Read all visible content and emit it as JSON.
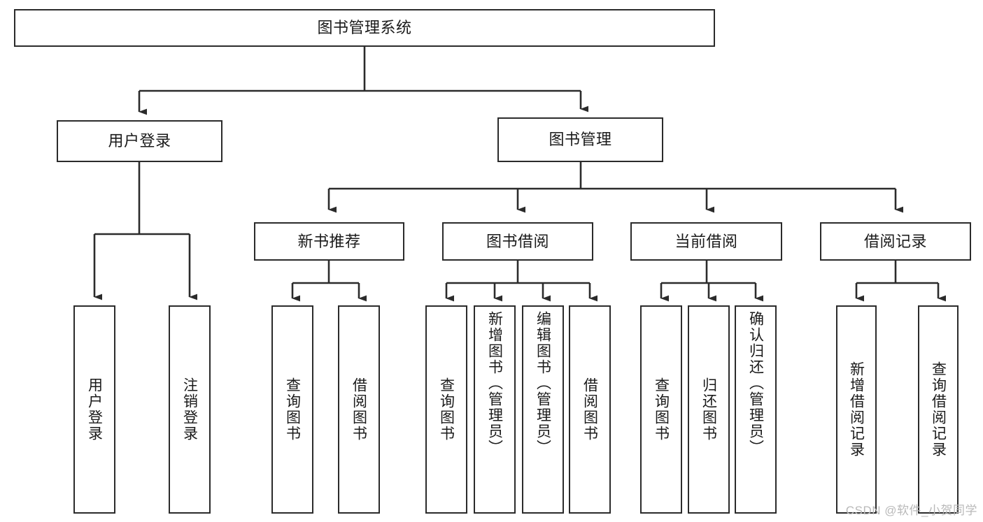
{
  "diagram": {
    "title": "图书管理系统",
    "type": "tree",
    "style": {
      "box_border_color": "#2b2b2b",
      "box_fill_color": "#ffffff",
      "connector_color": "#2b2b2b",
      "text_color": "#1a1a1a",
      "background_color": "#ffffff"
    },
    "root": {
      "label": "图书管理系统",
      "orientation": "horizontal"
    },
    "level2": [
      {
        "label": "用户登录",
        "orientation": "horizontal"
      },
      {
        "label": "图书管理",
        "orientation": "horizontal"
      }
    ],
    "level3": [
      {
        "label": "新书推荐",
        "orientation": "horizontal",
        "parent": "图书管理"
      },
      {
        "label": "图书借阅",
        "orientation": "horizontal",
        "parent": "图书管理"
      },
      {
        "label": "当前借阅",
        "orientation": "horizontal",
        "parent": "图书管理"
      },
      {
        "label": "借阅记录",
        "orientation": "horizontal",
        "parent": "图书管理"
      }
    ],
    "leaves": {
      "user_login": [
        {
          "label": "用户登录",
          "orientation": "vertical"
        },
        {
          "label": "注销登录",
          "orientation": "vertical"
        }
      ],
      "new_book_recommend": [
        {
          "label": "查询图书",
          "orientation": "vertical"
        },
        {
          "label": "借阅图书",
          "orientation": "vertical"
        }
      ],
      "book_borrow": [
        {
          "label": "查询图书",
          "orientation": "vertical"
        },
        {
          "label": "新增图书（管理员）",
          "orientation": "vertical"
        },
        {
          "label": "编辑图书（管理员）",
          "orientation": "vertical"
        },
        {
          "label": "借阅图书",
          "orientation": "vertical"
        }
      ],
      "current_borrow": [
        {
          "label": "查询图书",
          "orientation": "vertical"
        },
        {
          "label": "归还图书",
          "orientation": "vertical"
        },
        {
          "label": "确认归还（管理员）",
          "orientation": "vertical"
        }
      ],
      "borrow_record": [
        {
          "label": "新增借阅记录",
          "orientation": "vertical"
        },
        {
          "label": "查询借阅记录",
          "orientation": "vertical"
        }
      ]
    }
  },
  "watermark": {
    "text": "CSDN @软件_小贺同学"
  }
}
